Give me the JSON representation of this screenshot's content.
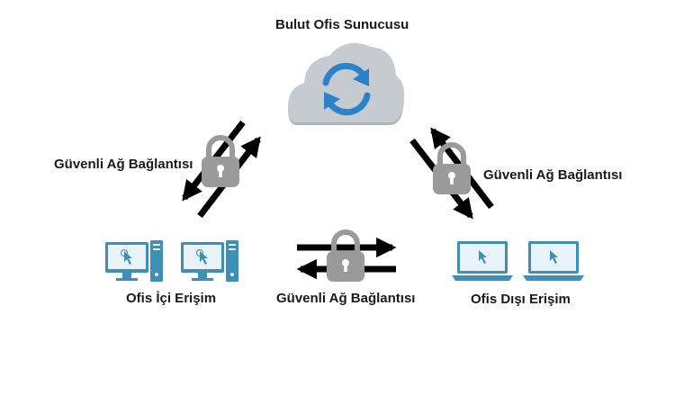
{
  "diagram": {
    "server_title": "Bulut Ofis Sunucusu",
    "link_left_label": "Güvenli Ağ Bağlantısı",
    "link_right_label": "Güvenli Ağ Bağlantısı",
    "link_bottom_label": "Güvenli Ağ Bağlantısı",
    "office_internal_label": "Ofis İçi Erişim",
    "office_external_label": "Ofis Dışı Erişim"
  },
  "icons": {
    "server": "cloud-sync-icon",
    "lock": "padlock-icon",
    "internal_devices": "desktop-computer-icon",
    "external_devices": "laptop-icon"
  },
  "colors": {
    "cloud": "#c5cbd0",
    "sync": "#2b82c9",
    "lock": "#9a9a9a",
    "device": "#3d8fb5",
    "arrow": "#000000"
  }
}
